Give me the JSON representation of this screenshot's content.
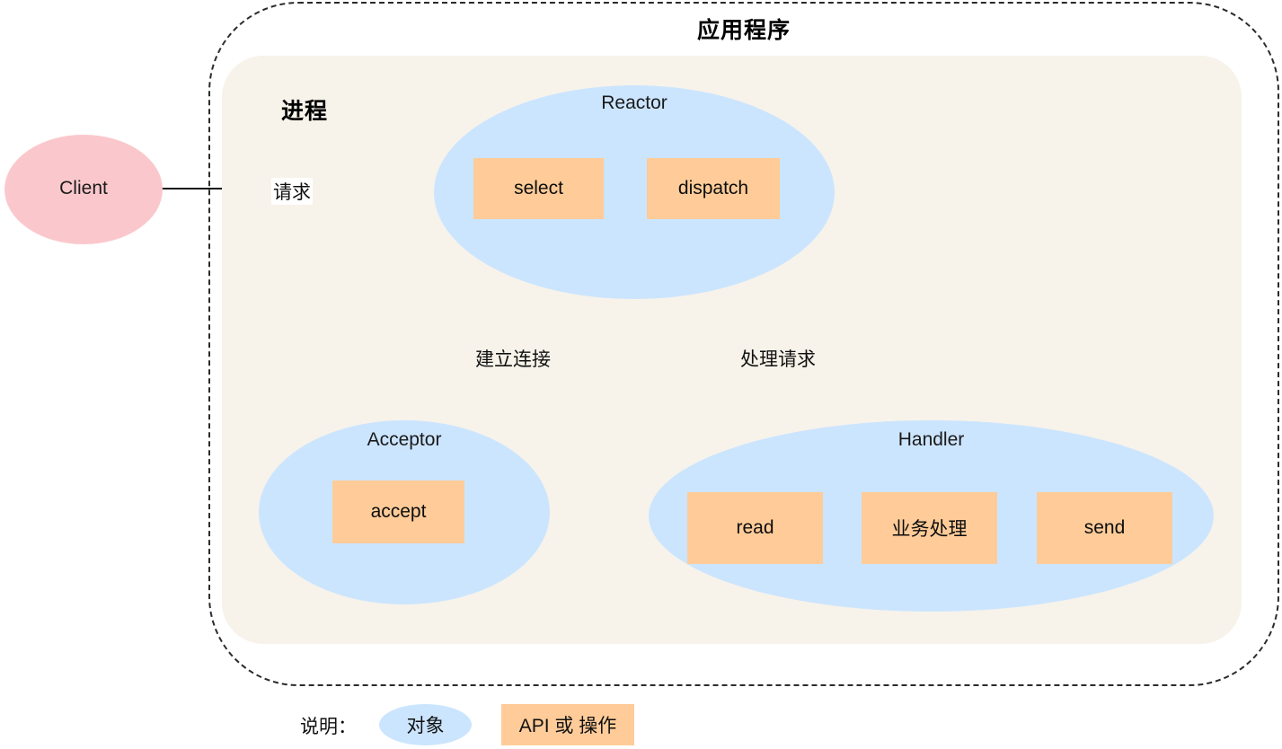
{
  "diagram": {
    "title": "应用程序",
    "process_label": "进程",
    "colors": {
      "object_ellipse": "#CCE5FF",
      "api_box": "#FFCC99",
      "client_ellipse": "#FAC8CC",
      "process_background": "#F7F3EA",
      "boundary_stroke": "#2b2b2b"
    }
  },
  "nodes": {
    "client": {
      "label": "Client"
    },
    "reactor": {
      "label": "Reactor",
      "operations": [
        {
          "label": "select"
        },
        {
          "label": "dispatch"
        }
      ]
    },
    "acceptor": {
      "label": "Acceptor",
      "operations": [
        {
          "label": "accept"
        }
      ]
    },
    "handler": {
      "label": "Handler",
      "operations": [
        {
          "label": "read"
        },
        {
          "label": "业务处理"
        },
        {
          "label": "send"
        }
      ]
    }
  },
  "edges": {
    "client_to_reactor": {
      "label": "请求"
    },
    "reactor_to_acceptor": {
      "label": "建立连接"
    },
    "reactor_to_handler": {
      "label": "处理请求"
    },
    "read_to_business": {
      "label": ""
    },
    "business_to_send": {
      "label": ""
    }
  },
  "legend": {
    "title": "说明：",
    "items": [
      {
        "label": "对象",
        "shape": "ellipse"
      },
      {
        "label": "API 或 操作",
        "shape": "rect"
      }
    ]
  }
}
